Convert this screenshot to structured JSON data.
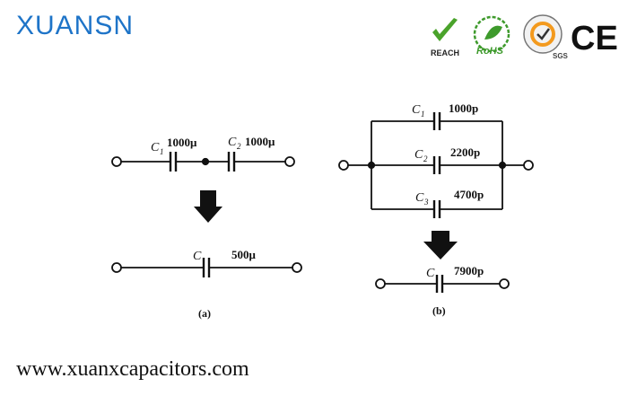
{
  "header": {
    "brand": "XUANSN"
  },
  "badges": {
    "reach": "REACH",
    "rohs": "RoHS",
    "sgs": "SGS",
    "ce": "CE"
  },
  "diagram_a": {
    "c1_letter": "C",
    "c1_sub": "1",
    "c1_value": "1000μ",
    "c2_letter": "C",
    "c2_sub": "2",
    "c2_value": "1000μ",
    "result_letter": "C",
    "result_value": "500μ",
    "caption": "(a)"
  },
  "diagram_b": {
    "c1_letter": "C",
    "c1_sub": "1",
    "c1_value": "1000p",
    "c2_letter": "C",
    "c2_sub": "2",
    "c2_value": "2200p",
    "c3_letter": "C",
    "c3_sub": "3",
    "c3_value": "4700p",
    "result_letter": "C",
    "result_value": "7900p",
    "caption": "(b)"
  },
  "footer": {
    "website": "www.xuanxcapacitors.com"
  },
  "colors": {
    "brand": "#1e74c8",
    "reach_check": "#4aa32b",
    "rohs_green": "#3e9a2c",
    "sgs_orange": "#f39a1e"
  }
}
